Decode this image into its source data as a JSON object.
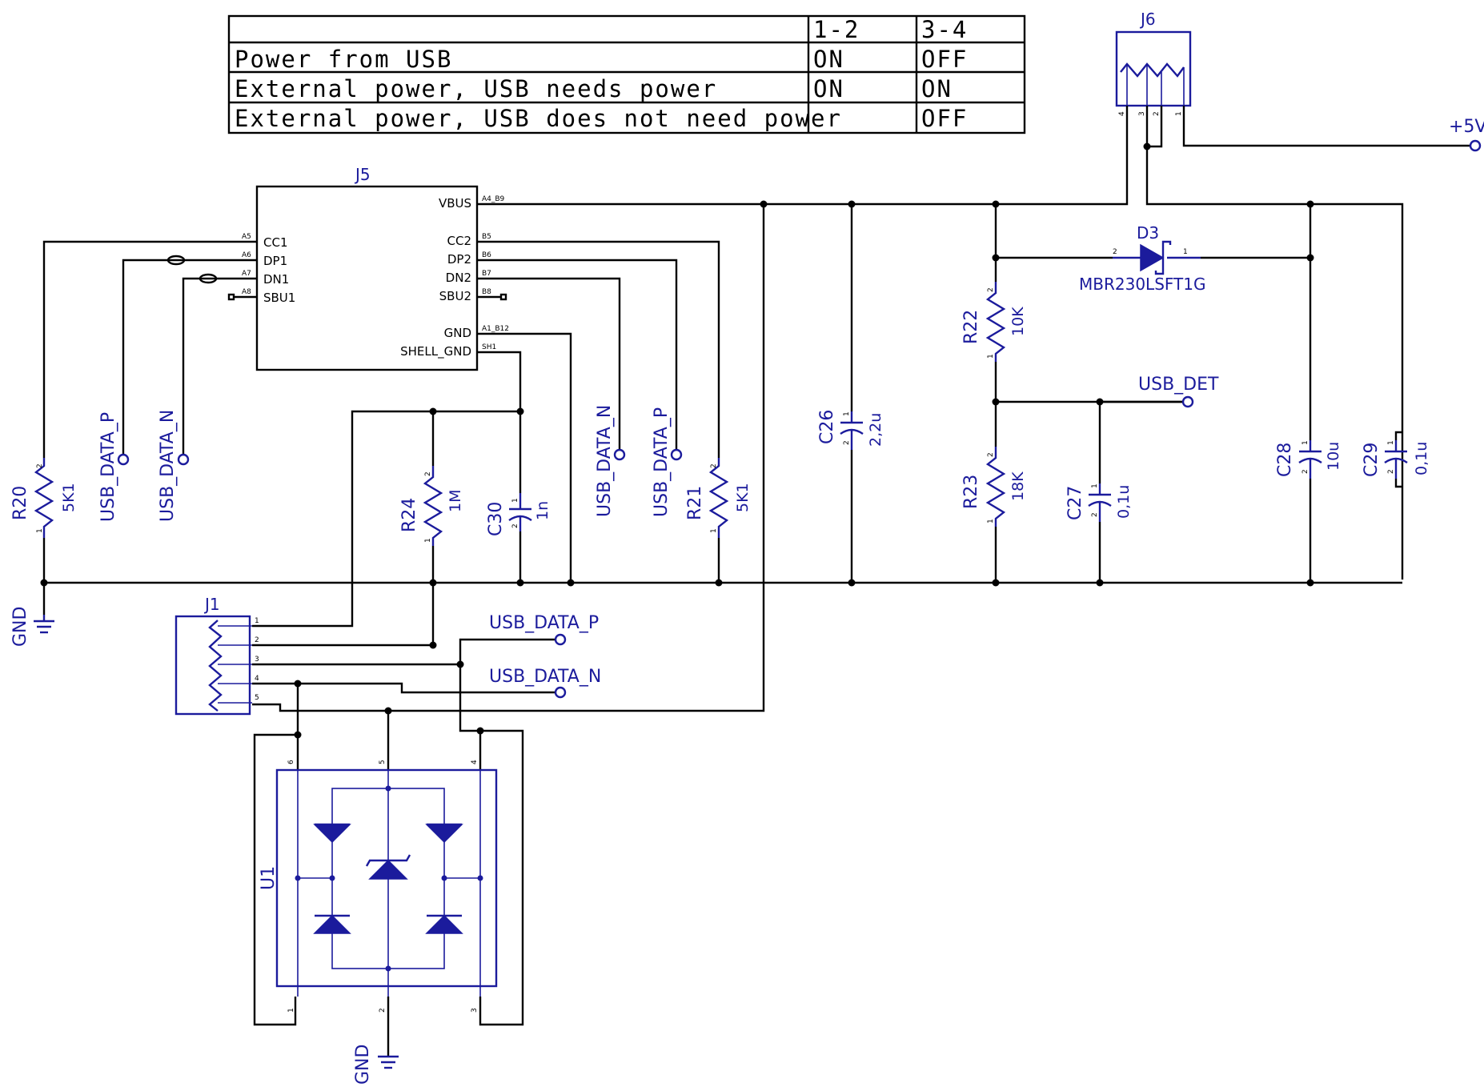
{
  "table": {
    "col_headers": [
      "",
      "1-2",
      "3-4"
    ],
    "rows": [
      {
        "label": "Power from USB",
        "c12": "ON",
        "c34": "OFF"
      },
      {
        "label": "External power, USB needs power",
        "c12": "ON",
        "c34": "ON"
      },
      {
        "label": "External power, USB does not need power",
        "c12": "",
        "c34": "OFF"
      }
    ]
  },
  "j5": {
    "ref": "J5",
    "left_pins": [
      {
        "name": "CC1",
        "num": "A5"
      },
      {
        "name": "DP1",
        "num": "A6"
      },
      {
        "name": "DN1",
        "num": "A7"
      },
      {
        "name": "SBU1",
        "num": "A8"
      }
    ],
    "right_pins": [
      {
        "name": "VBUS",
        "num": "A4_B9"
      },
      {
        "name": "CC2",
        "num": "B5"
      },
      {
        "name": "DP2",
        "num": "B6"
      },
      {
        "name": "DN2",
        "num": "B7"
      },
      {
        "name": "SBU2",
        "num": "B8"
      },
      {
        "name": "GND",
        "num": "A1_B12"
      },
      {
        "name": "SHELL_GND",
        "num": "SH1"
      }
    ]
  },
  "j6": {
    "ref": "J6",
    "pins": [
      "4",
      "3",
      "2",
      "1"
    ]
  },
  "j1": {
    "ref": "J1",
    "pins": [
      "1",
      "2",
      "3",
      "4",
      "5"
    ]
  },
  "u1": {
    "ref": "U1",
    "pins": {
      "p1": "1",
      "p2": "2",
      "p3": "3",
      "p4": "4",
      "p5": "5",
      "p6": "6"
    }
  },
  "d3": {
    "ref": "D3",
    "part": "MBR230LSFT1G",
    "pin_a": "2",
    "pin_k": "1"
  },
  "resistors": {
    "r20": {
      "ref": "R20",
      "value": "5K1"
    },
    "r24": {
      "ref": "R24",
      "value": "1M"
    },
    "r21": {
      "ref": "R21",
      "value": "5K1"
    },
    "r22": {
      "ref": "R22",
      "value": "10K"
    },
    "r23": {
      "ref": "R23",
      "value": "18K"
    }
  },
  "capacitors": {
    "c30": {
      "ref": "C30",
      "value": "1n"
    },
    "c26": {
      "ref": "C26",
      "value": "2,2u"
    },
    "c27": {
      "ref": "C27",
      "value": "0,1u"
    },
    "c28": {
      "ref": "C28",
      "value": "10u"
    },
    "c29": {
      "ref": "C29",
      "value": "0,1u"
    }
  },
  "pin_numbers": {
    "one": "1",
    "two": "2"
  },
  "nets": {
    "v5": "+5V",
    "usb_det": "USB_DET",
    "gnd": "GND",
    "data_p": "USB_DATA_P",
    "data_n": "USB_DATA_N"
  },
  "colors": {
    "wire": "#000000",
    "symbol": "#1b1b9c",
    "background": "#ffffff"
  }
}
